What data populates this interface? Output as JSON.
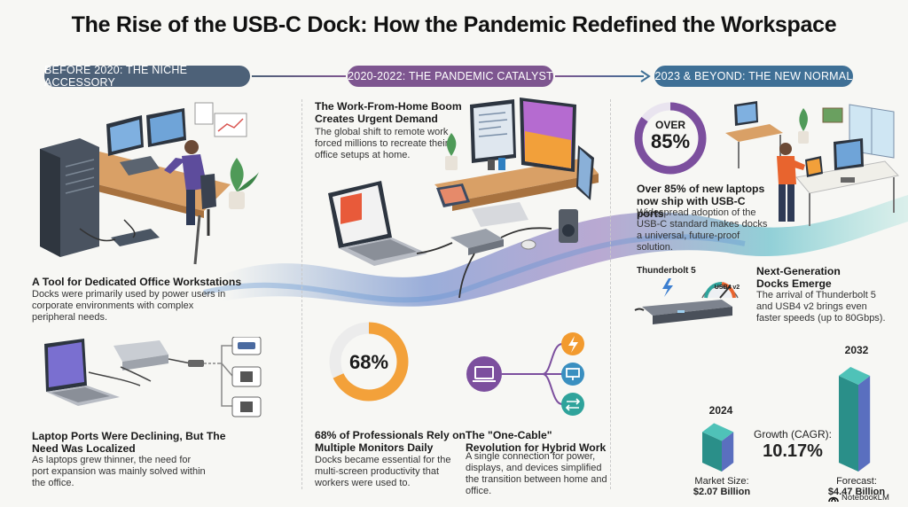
{
  "title": "The Rise of the USB-C Dock: How the Pandemic Redefined the Workspace",
  "eras": [
    {
      "label": "BEFORE 2020: THE NICHE ACCESSORY",
      "color": "#4d6178"
    },
    {
      "label": "2020-2022: THE PANDEMIC CATALYST",
      "color": "#7e5690"
    },
    {
      "label": "2023 & BEYOND: THE NEW NORMAL",
      "color": "#3f7096"
    }
  ],
  "before": {
    "workstation": {
      "heading": "A Tool for Dedicated Office Workstations",
      "body": "Docks were primarily used by power users in corporate environments with complex peripheral needs."
    },
    "ports": {
      "heading": "Laptop Ports Were Declining, But The Need Was Localized",
      "body": "As laptops grew thinner, the need for port expansion was mainly solved within the office."
    }
  },
  "pandemic": {
    "wfh": {
      "heading": "The Work-From-Home Boom Creates Urgent Demand",
      "body": "The global shift to remote work forced millions to recreate their office setups at home."
    },
    "monitors": {
      "percent_value": 68,
      "percent_label": "68%",
      "heading": "68% of Professionals Rely on Multiple Monitors Daily",
      "body": "Docks became essential for the multi-screen productivity that workers were used to."
    },
    "onecable": {
      "heading": "The \"One-Cable\" Revolution for Hybrid Work",
      "body": "A single connection for power, displays, and devices simplified the transition between home and office."
    }
  },
  "future": {
    "adoption": {
      "over_label": "OVER",
      "percent_label": "85%",
      "percent_value": 85,
      "heading": "Over 85% of new laptops now ship with USB-C ports",
      "body": "Widespread adoption of the USB-C standard makes docks a universal, future-proof solution."
    },
    "nextgen": {
      "tb_label": "Thunderbolt 5",
      "gauge_label": "USB4 v2",
      "heading": "Next-Generation Docks Emerge",
      "body": "The arrival of Thunderbolt 5 and USB4 v2 brings even faster speeds (up to 80Gbps)."
    },
    "market": {
      "year_start": "2024",
      "year_end": "2032",
      "size_start_label": "Market Size:",
      "size_start_value": "$2.07 Billion",
      "size_end_label": "Forecast:",
      "size_end_value": "$4.47 Billion",
      "value_start": 2.07,
      "value_end": 4.47,
      "growth_label": "Growth (CAGR):",
      "growth_value": "10.17%"
    }
  },
  "brand": "NotebookLM",
  "colors": {
    "ring_orange": "#f3a13a",
    "ring_purple": "#7c4f9e",
    "bar_teal": "#2fa39b",
    "accent_orange": "#f29a2e"
  }
}
